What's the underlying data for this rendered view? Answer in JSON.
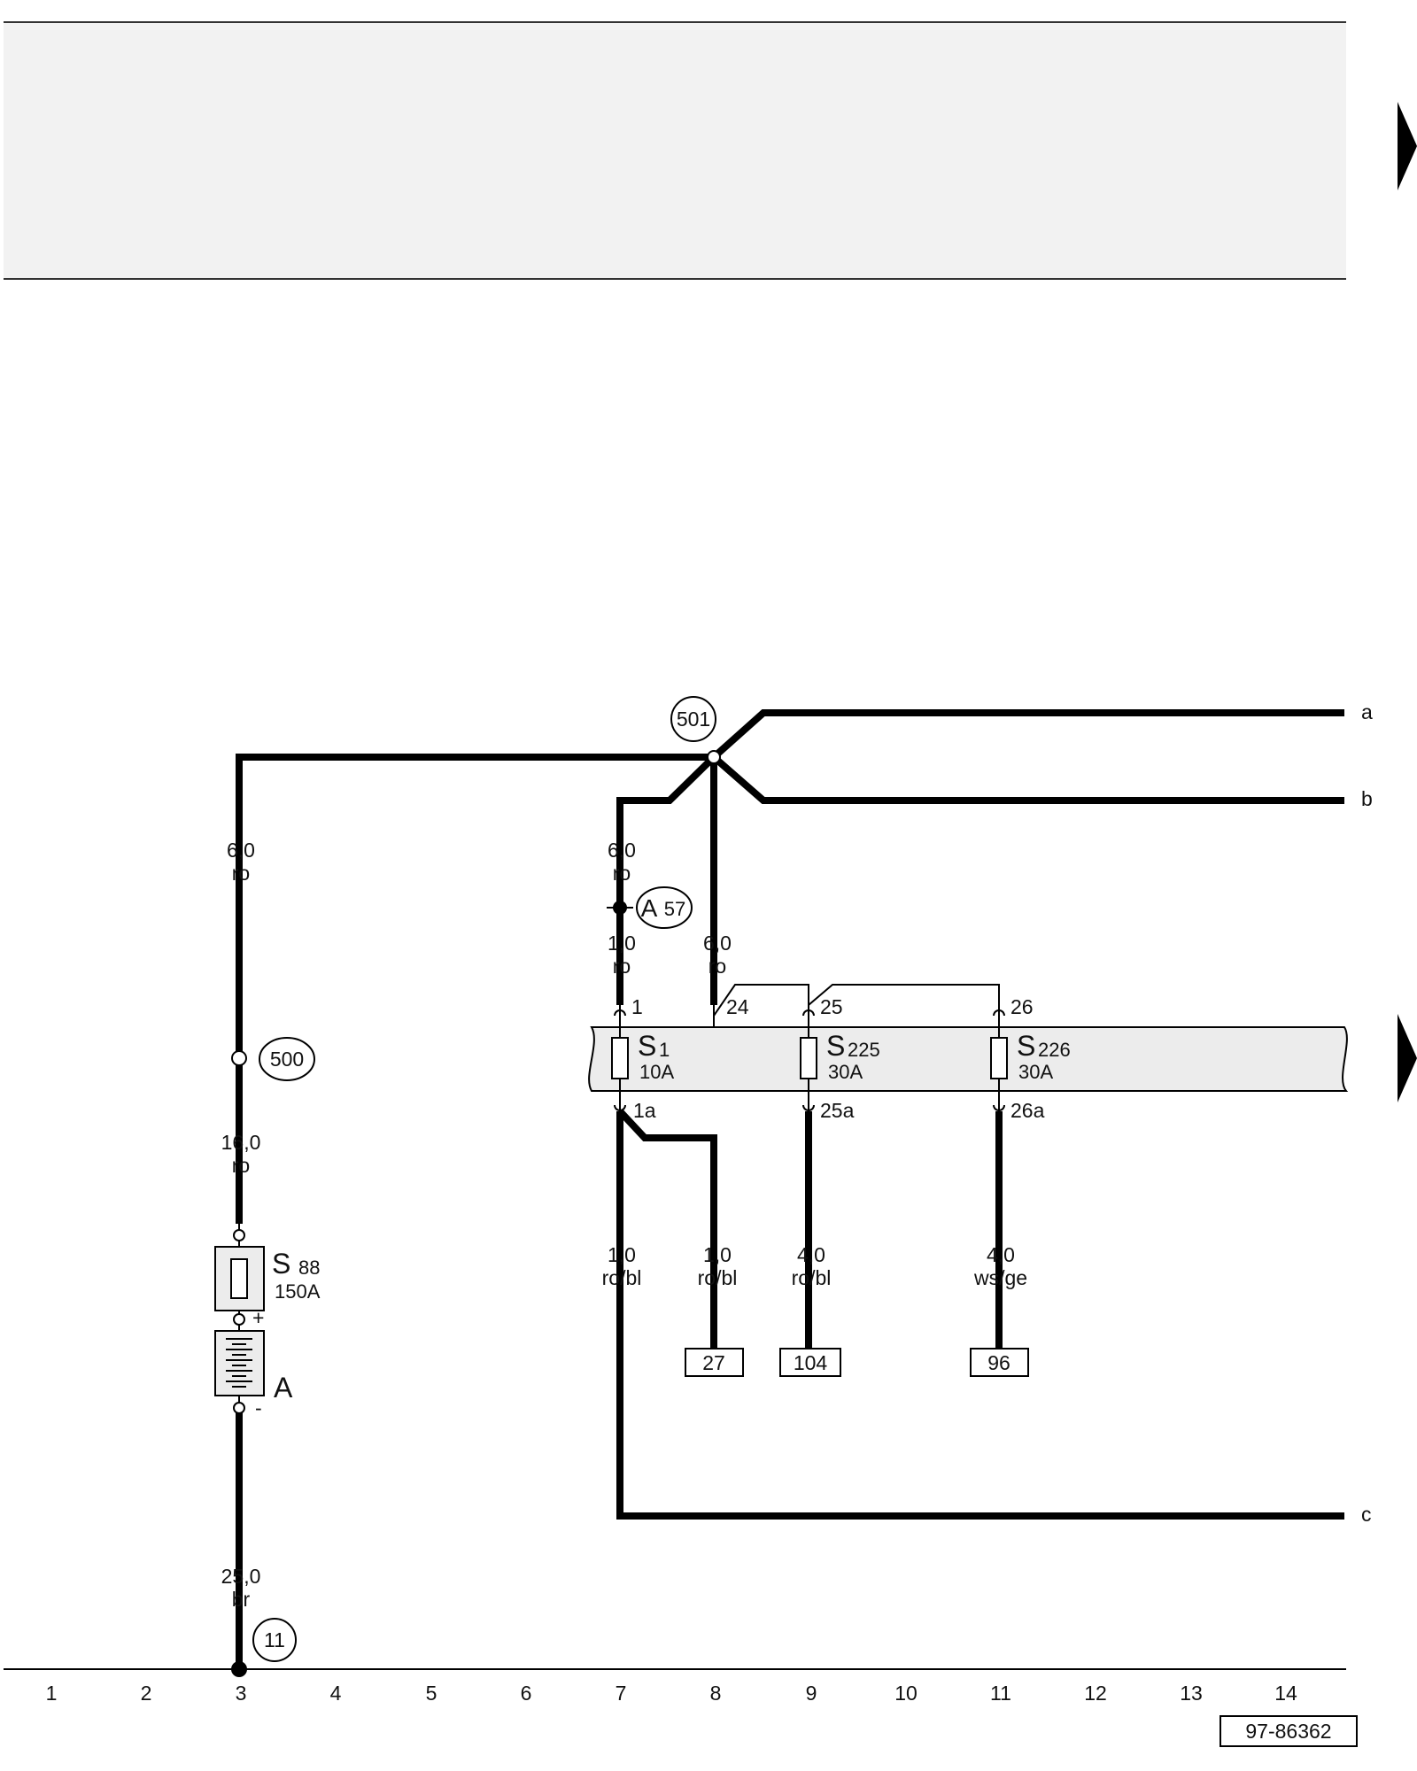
{
  "wires": {
    "w_3_top": {
      "size": "6,0",
      "color": "ro"
    },
    "w_3_mid": {
      "size": "16,0",
      "color": "ro"
    },
    "w_3_bot": {
      "size": "25,0",
      "color": "br"
    },
    "w_7_top": {
      "size": "6,0",
      "color": "ro"
    },
    "w_7_low": {
      "size": "1,0",
      "color": "ro"
    },
    "w_8_top": {
      "size": "6,0",
      "color": "ro"
    },
    "w_7_out": {
      "size": "1,0",
      "color": "ro/bl"
    },
    "w_8_out": {
      "size": "1,0",
      "color": "ro/bl"
    },
    "w_9_out": {
      "size": "4,0",
      "color": "ro/bl"
    },
    "w_11_out": {
      "size": "4,0",
      "color": "ws/ge"
    }
  },
  "nodes": {
    "n501": "501",
    "n500": "500",
    "n11": "11",
    "a57_letter": "A",
    "a57_num": "57"
  },
  "fuses": {
    "s88": {
      "letter": "S",
      "num": "88",
      "rating": "150A"
    },
    "s1": {
      "letter": "S",
      "num": "1",
      "rating": "10A"
    },
    "s225": {
      "letter": "S",
      "num": "225",
      "rating": "30A"
    },
    "s226": {
      "letter": "S",
      "num": "226",
      "rating": "30A"
    }
  },
  "battery": {
    "label": "A",
    "plus": "+",
    "minus": "-"
  },
  "pins": {
    "p1": "1",
    "p24": "24",
    "p25": "25",
    "p26": "26",
    "p1a": "1a",
    "p25a": "25a",
    "p26a": "26a"
  },
  "refs": {
    "r27": "27",
    "r104": "104",
    "r96": "96"
  },
  "continuations": {
    "a": "a",
    "b": "b",
    "c": "c"
  },
  "columns": [
    "1",
    "2",
    "3",
    "4",
    "5",
    "6",
    "7",
    "8",
    "9",
    "10",
    "11",
    "12",
    "13",
    "14"
  ],
  "diagram_id": "97-86362"
}
